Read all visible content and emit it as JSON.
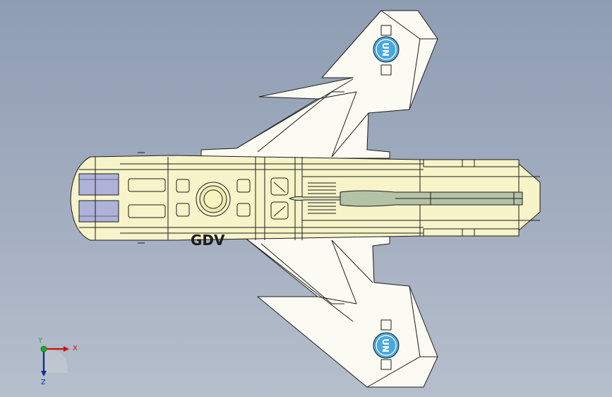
{
  "viewport": {
    "name": "cad-3d-viewport",
    "background_top": "#8f9db3",
    "background_bottom": "#b6bfcc"
  },
  "model": {
    "name": "aircraft-assembly-top-view",
    "body_color": "#f6f4c8",
    "wing_color": "#fbfbf3",
    "edge_color": "#1c1c1c",
    "canopy_color": "#aeb2d8",
    "roundel_color": "#4aa8e0",
    "roundel_text_top": "UN",
    "roundel_text_bottom": "UN",
    "fuselage_lettering": "GDV"
  },
  "triad": {
    "x_label": "X",
    "y_label": "Y",
    "z_label": "Z",
    "x_color": "#d01010",
    "y_color": "#22aa22",
    "z_color": "#1a2aa0"
  }
}
